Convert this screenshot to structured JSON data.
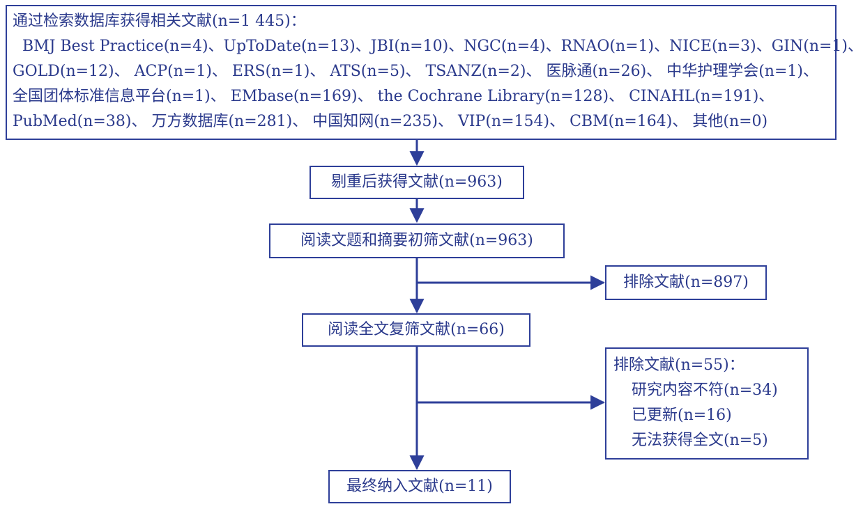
{
  "search_box": {
    "line1": "通过检索数据库获得相关文献(n=1 445)：",
    "line2": "  BMJ Best Practice(n=4)、UpToDate(n=13)、JBI(n=10)、NGC(n=4)、RNAO(n=1)、NICE(n=3)、GIN(n=1)、",
    "line3": "GOLD(n=12)、 ACP(n=1)、 ERS(n=1)、 ATS(n=5)、 TSANZ(n=2)、 医脉通(n=26)、 中华护理学会(n=1)、",
    "line4": "全国团体标准信息平台(n=1)、 EMbase(n=169)、 the Cochrane Library(n=128)、 CINAHL(n=191)、",
    "line5": "PubMed(n=38)、 万方数据库(n=281)、 中国知网(n=235)、 VIP(n=154)、 CBM(n=164)、 其他(n=0)"
  },
  "dedup_box": "剔重后获得文献(n=963)",
  "screen_box": "阅读文题和摘要初筛文献(n=963)",
  "exclude1_box": "排除文献(n=897)",
  "fulltext_box": "阅读全文复筛文献(n=66)",
  "exclude2_box": {
    "title": "排除文献(n=55)：",
    "reasons": [
      "研究内容不符(n=34)",
      "已更新(n=16)",
      "无法获得全文(n=5)"
    ]
  },
  "final_box": "最终纳入文献(n=11)",
  "colors": {
    "line": "#2e3f99",
    "text": "#2b3a8c"
  }
}
